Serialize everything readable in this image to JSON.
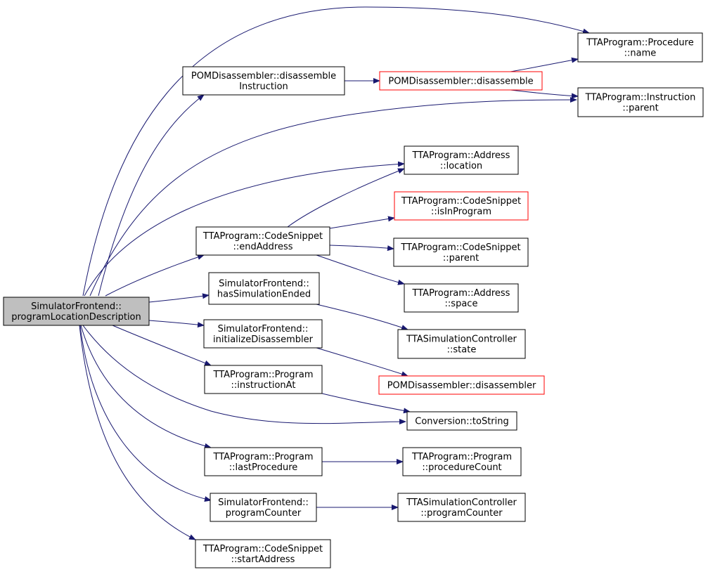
{
  "colors": {
    "edge": "#191970",
    "box_border": "#000000",
    "box_border_incomplete": "#ff0000",
    "root_fill": "#bfbfbf",
    "box_fill": "#ffffff"
  },
  "nodes": [
    {
      "id": "root",
      "lines": [
        "SimulatorFrontend::",
        "programLocationDescription"
      ],
      "root": true
    },
    {
      "id": "disInstr",
      "lines": [
        "POMDisassembler::disassemble",
        "Instruction"
      ]
    },
    {
      "id": "disassemble",
      "lines": [
        "POMDisassembler::disassemble"
      ],
      "incomplete": true
    },
    {
      "id": "procName",
      "lines": [
        "TTAProgram::Procedure",
        "::name"
      ]
    },
    {
      "id": "instrParent",
      "lines": [
        "TTAProgram::Instruction",
        "::parent"
      ]
    },
    {
      "id": "addrLocation",
      "lines": [
        "TTAProgram::Address",
        "::location"
      ]
    },
    {
      "id": "isInProgram",
      "lines": [
        "TTAProgram::CodeSnippet",
        "::isInProgram"
      ],
      "incomplete": true
    },
    {
      "id": "endAddress",
      "lines": [
        "TTAProgram::CodeSnippet",
        "::endAddress"
      ]
    },
    {
      "id": "snippetParent",
      "lines": [
        "TTAProgram::CodeSnippet",
        "::parent"
      ]
    },
    {
      "id": "hasSimEnded",
      "lines": [
        "SimulatorFrontend::",
        "hasSimulationEnded"
      ]
    },
    {
      "id": "addrSpace",
      "lines": [
        "TTAProgram::Address",
        "::space"
      ]
    },
    {
      "id": "initDis",
      "lines": [
        "SimulatorFrontend::",
        "initializeDisassembler"
      ]
    },
    {
      "id": "simState",
      "lines": [
        "TTASimulationController",
        "::state"
      ]
    },
    {
      "id": "disassembler",
      "lines": [
        "POMDisassembler::disassembler"
      ],
      "incomplete": true
    },
    {
      "id": "instrAt",
      "lines": [
        "TTAProgram::Program",
        "::instructionAt"
      ]
    },
    {
      "id": "toString",
      "lines": [
        "Conversion::toString"
      ]
    },
    {
      "id": "lastProc",
      "lines": [
        "TTAProgram::Program",
        "::lastProcedure"
      ]
    },
    {
      "id": "procCount",
      "lines": [
        "TTAProgram::Program",
        "::procedureCount"
      ]
    },
    {
      "id": "progCounter",
      "lines": [
        "SimulatorFrontend::",
        "programCounter"
      ]
    },
    {
      "id": "simProgCounter",
      "lines": [
        "TTASimulationController",
        "::programCounter"
      ]
    },
    {
      "id": "startAddress",
      "lines": [
        "TTAProgram::CodeSnippet",
        "::startAddress"
      ]
    }
  ],
  "edges": [
    [
      "root",
      "procName"
    ],
    [
      "root",
      "disInstr"
    ],
    [
      "root",
      "instrParent"
    ],
    [
      "root",
      "addrLocation"
    ],
    [
      "root",
      "endAddress"
    ],
    [
      "root",
      "hasSimEnded"
    ],
    [
      "root",
      "initDis"
    ],
    [
      "root",
      "instrAt"
    ],
    [
      "root",
      "toString"
    ],
    [
      "root",
      "lastProc"
    ],
    [
      "root",
      "progCounter"
    ],
    [
      "root",
      "startAddress"
    ],
    [
      "disInstr",
      "disassemble"
    ],
    [
      "disassemble",
      "procName"
    ],
    [
      "disassemble",
      "instrParent"
    ],
    [
      "endAddress",
      "addrLocation"
    ],
    [
      "endAddress",
      "isInProgram"
    ],
    [
      "endAddress",
      "snippetParent"
    ],
    [
      "endAddress",
      "addrSpace"
    ],
    [
      "hasSimEnded",
      "simState"
    ],
    [
      "initDis",
      "disassembler"
    ],
    [
      "instrAt",
      "toString"
    ],
    [
      "lastProc",
      "procCount"
    ],
    [
      "progCounter",
      "simProgCounter"
    ]
  ]
}
